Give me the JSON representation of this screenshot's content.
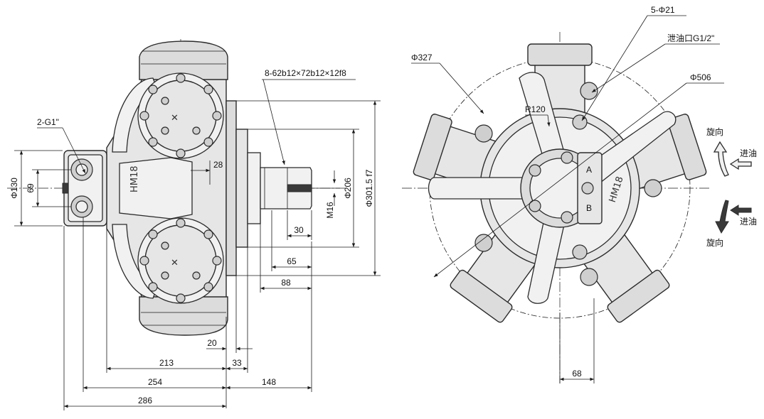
{
  "left_view": {
    "callout_ports": "2-G1\"",
    "callout_spline": "8-62b12×72b12×12f8",
    "dim_phi130": "Φ130",
    "dim_69": "69",
    "dim_28": "28",
    "dim_m16": "M16",
    "dim_30": "30",
    "dim_phi206": "Φ206",
    "dim_phi301": "Φ301.5 f7",
    "dim_65": "65",
    "dim_88": "88",
    "dim_20": "20",
    "dim_213": "213",
    "dim_33": "33",
    "dim_254": "254",
    "dim_148": "148",
    "dim_286": "286"
  },
  "right_view": {
    "callout_5phi21": "5-Φ21",
    "callout_drain": "泄油口G1/2\"",
    "dim_phi327": "Φ327",
    "dim_phi506": "Φ506",
    "dim_r120": "R120",
    "dim_68": "68",
    "model_mark": "HM18",
    "port_a": "A",
    "port_b": "B",
    "rotation_label_top": "旋向",
    "inlet_label_top": "进油",
    "inlet_label_bottom": "进油",
    "rotation_label_bottom": "旋向"
  },
  "icons": [
    "rotation-arrow-icon",
    "oil-inlet-arrow-icon"
  ]
}
